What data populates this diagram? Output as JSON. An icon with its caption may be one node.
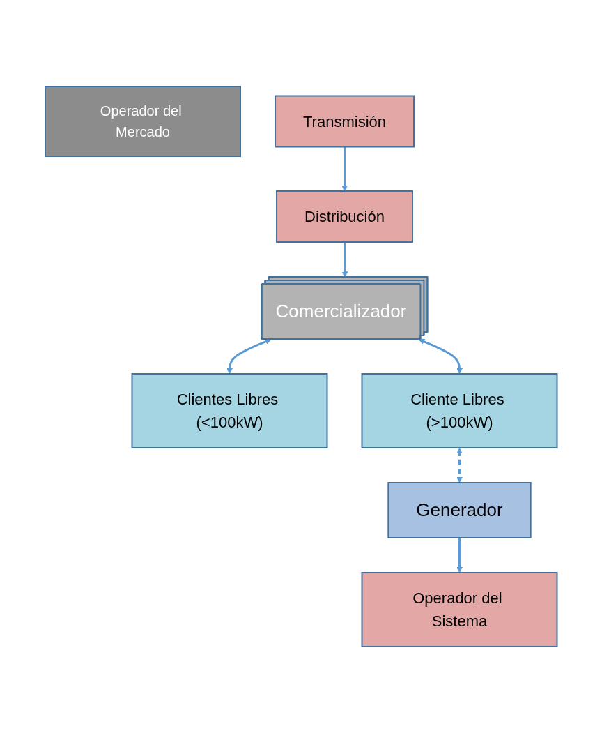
{
  "diagram": {
    "nodes": [
      {
        "text": [
          "Generador"
        ]
      },
      {
        "text": [
          "Operador del Sistema"
        ]
      },
      {
        "text": [
          "Operador del Mercado"
        ]
      },
      {
        "text": [
          "Transmisión"
        ]
      },
      {
        "text": [
          "Distribución"
        ]
      },
      {
        "text": [
          "Comercializador"
        ]
      },
      {
        "text": [
          "Clientes Libres (<100kW)"
        ]
      },
      {
        "text": [
          "Cliente Libres (>100kW)"
        ]
      }
    ],
    "edges": [
      {
        "from": 0,
        "to": 1,
        "arrow": "to"
      },
      {
        "from": 3,
        "to": 4,
        "arrow": "to"
      },
      {
        "from": 4,
        "to": 5,
        "arrow": "to"
      },
      {
        "from": 5,
        "to": 6,
        "arrow": "both"
      },
      {
        "from": 5,
        "to": 7,
        "arrow": "both"
      },
      {
        "from": 7,
        "to": 0,
        "arrow": "both",
        "style": "dashed"
      }
    ]
  }
}
